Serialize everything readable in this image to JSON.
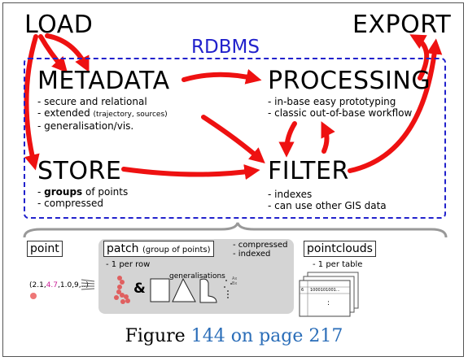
{
  "title_nodes": {
    "load": "LOAD",
    "export": "EXPORT",
    "rdbms": "RDBMS",
    "metadata": "METADATA",
    "processing": "PROCESSING",
    "store": "STORE",
    "filter": "FILTER"
  },
  "metadata_bullets": {
    "b1": "- secure and relational",
    "b2_main": "- extended ",
    "b2_small": "(trajectory, sources)",
    "b3": "- generalisation/vis."
  },
  "processing_bullets": {
    "b1": "- in-base easy prototyping",
    "b2": "- classic out-of-base workflow"
  },
  "store_bullets": {
    "b1_prefix": "- ",
    "b1_bold": "groups",
    "b1_rest": " of points",
    "b2": "- compressed"
  },
  "filter_bullets": {
    "b1": "- indexes",
    "b2": "- can use other GIS data"
  },
  "lower": {
    "point_label": "point",
    "point_values_open": "(2.1,",
    "point_values_colored": "4.7",
    "point_values_rest": ",1.0,9,..)",
    "patch_label_main": "patch",
    "patch_label_sub": "(group of points)",
    "patch_note1": "- compressed",
    "patch_note2": "- indexed",
    "patch_per_row": "- 1 per row",
    "generalisations": "generalisations",
    "ampersand": "&",
    "pointclouds_label": "pointclouds",
    "per_table": "- 1 per table",
    "table_id": "6",
    "table_bits": "1000101001...",
    "table_dots": ":",
    "tiny_scatter_1": "Ax",
    "tiny_scatter_2": "Bx"
  },
  "caption": {
    "prefix": "Figure ",
    "link": "144 on page 217"
  },
  "colors": {
    "arrow_red": "#ee1111",
    "rdbms_blue": "#2222cc",
    "caption_link": "#2a6db8",
    "panel_grey": "#d4d4d4"
  }
}
